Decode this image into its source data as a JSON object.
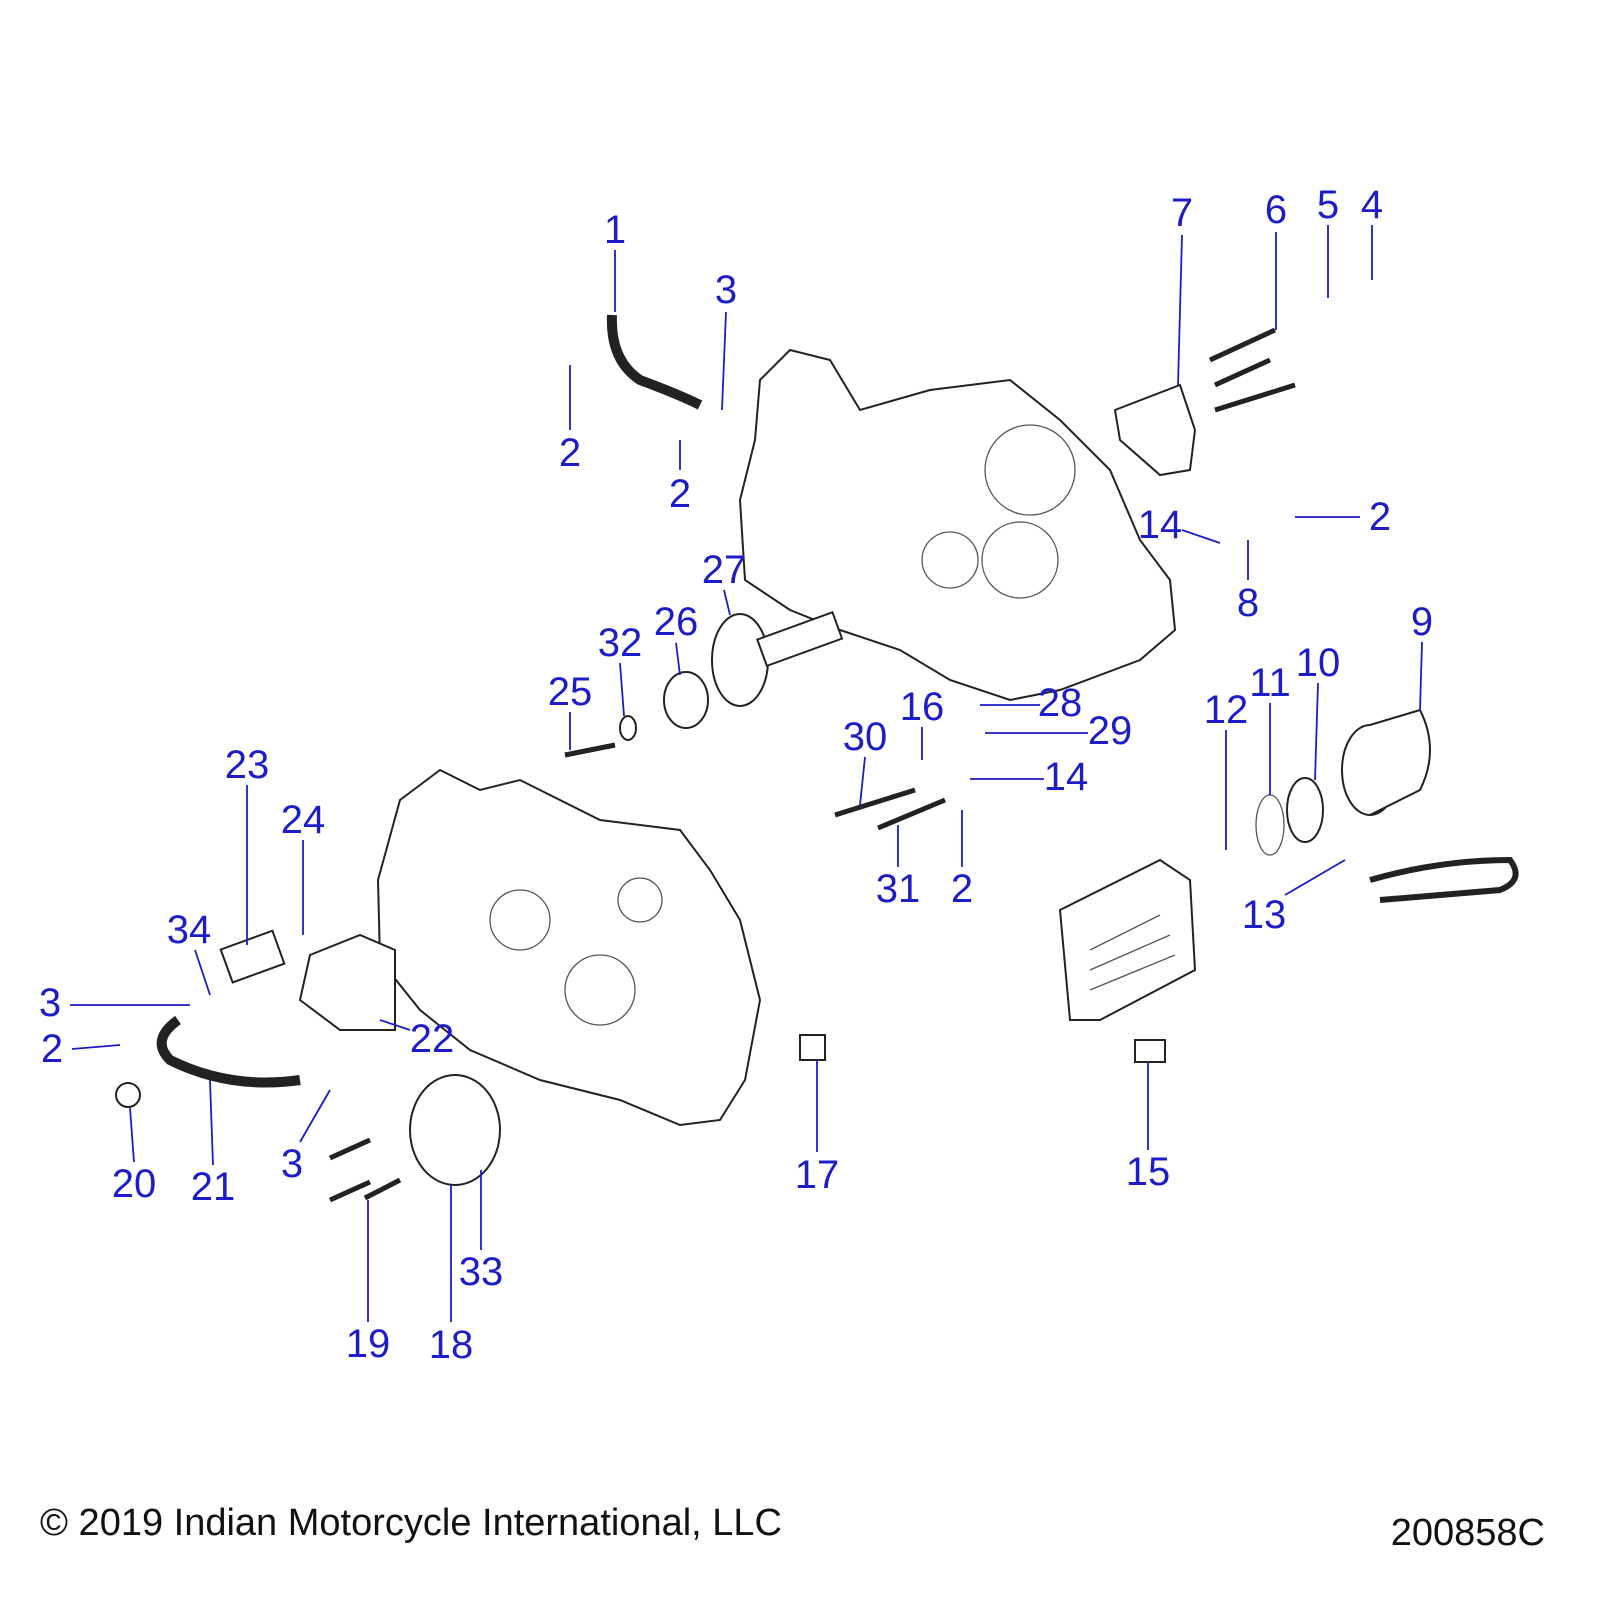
{
  "callouts": [
    "1",
    "3",
    "2",
    "2",
    "7",
    "6",
    "5",
    "4",
    "2",
    "14",
    "8",
    "27",
    "26",
    "32",
    "25",
    "9",
    "11",
    "10",
    "12",
    "16",
    "28",
    "29",
    "30",
    "14",
    "31",
    "2",
    "13",
    "23",
    "24",
    "34",
    "3",
    "22",
    "2",
    "20",
    "21",
    "3",
    "17",
    "15",
    "33",
    "19",
    "18"
  ],
  "footer": {
    "copyright": "© 2019 Indian Motorcycle International, LLC",
    "drawing_number": "200858C"
  },
  "colors": {
    "callout": "#1c1cc8",
    "line_art": "#222222"
  }
}
